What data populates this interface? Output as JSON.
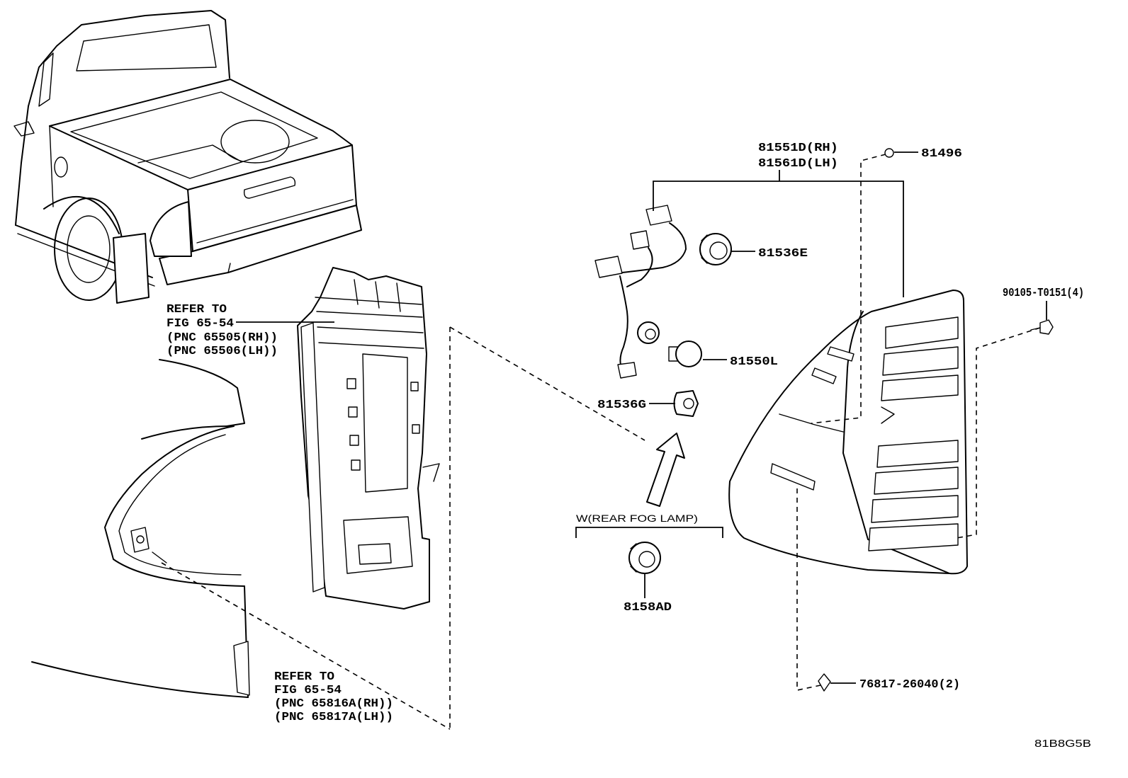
{
  "colors": {
    "line": "#000000",
    "background": "#ffffff"
  },
  "diagram": {
    "code": "81B8G5B",
    "refer_top": {
      "line1": "REFER TO",
      "line2": "FIG 65-54",
      "line3": "(PNC 65505(RH))",
      "line4": "(PNC 65506(LH))"
    },
    "refer_bottom": {
      "line1": "REFER TO",
      "line2": "FIG 65-54",
      "line3": "(PNC 65816A(RH))",
      "line4": "(PNC 65817A(LH))"
    },
    "lamp_assembly": {
      "rh": "81551D(RH)",
      "lh": "81561D(LH)"
    },
    "nut": "81496",
    "socket_e": "81536E",
    "bolt": "90105-T0151(4)",
    "bulb": "81550L",
    "socket_g": "81536G",
    "fog_group": "W(REAR FOG LAMP)",
    "fog_socket": "8158AD",
    "clip": "76817-26040(2)"
  }
}
